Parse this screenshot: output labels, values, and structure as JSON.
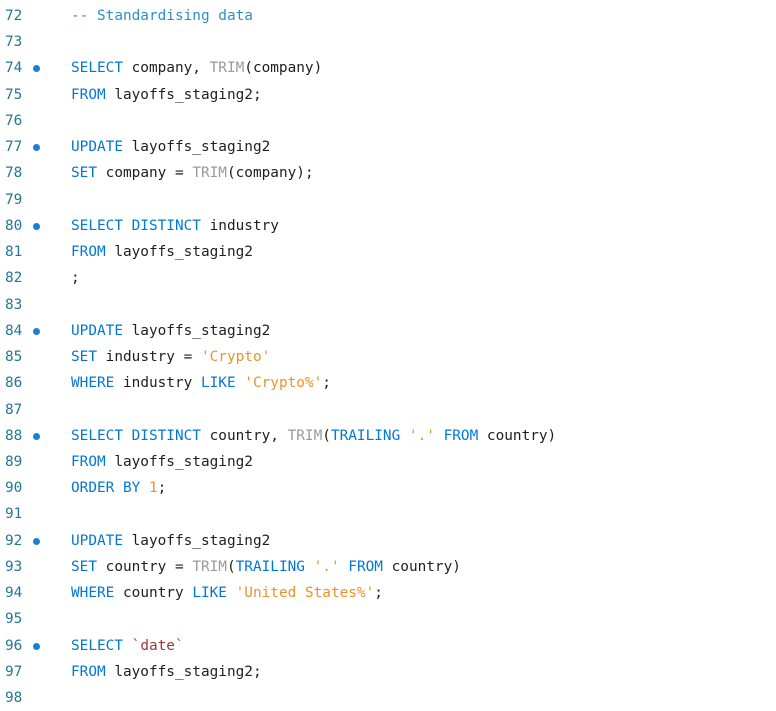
{
  "editor": {
    "colors": {
      "keyword": "#0078d7",
      "function": "#9a9a9a",
      "string": "#f0902a",
      "comment": "#2e8fc9",
      "breakpoint": "#1a7fd4"
    },
    "lines": [
      {
        "n": "72",
        "dot": false,
        "tokens": [
          [
            "cm",
            "-- Standardising data"
          ]
        ]
      },
      {
        "n": "73",
        "dot": false,
        "tokens": []
      },
      {
        "n": "74",
        "dot": true,
        "tokens": [
          [
            "kw",
            "SELECT"
          ],
          [
            "plain",
            " company, "
          ],
          [
            "fn",
            "TRIM"
          ],
          [
            "plain",
            "(company)"
          ]
        ]
      },
      {
        "n": "75",
        "dot": false,
        "tokens": [
          [
            "kw",
            "FROM"
          ],
          [
            "plain",
            " layoffs_staging2;"
          ]
        ]
      },
      {
        "n": "76",
        "dot": false,
        "tokens": []
      },
      {
        "n": "77",
        "dot": true,
        "tokens": [
          [
            "kw",
            "UPDATE"
          ],
          [
            "plain",
            " layoffs_staging2"
          ]
        ]
      },
      {
        "n": "78",
        "dot": false,
        "tokens": [
          [
            "kw",
            "SET"
          ],
          [
            "plain",
            " company = "
          ],
          [
            "fn",
            "TRIM"
          ],
          [
            "plain",
            "(company);"
          ]
        ]
      },
      {
        "n": "79",
        "dot": false,
        "tokens": []
      },
      {
        "n": "80",
        "dot": true,
        "tokens": [
          [
            "kw",
            "SELECT DISTINCT"
          ],
          [
            "plain",
            " industry"
          ]
        ]
      },
      {
        "n": "81",
        "dot": false,
        "tokens": [
          [
            "kw",
            "FROM"
          ],
          [
            "plain",
            " layoffs_staging2"
          ]
        ]
      },
      {
        "n": "82",
        "dot": false,
        "tokens": [
          [
            "plain",
            ";"
          ]
        ]
      },
      {
        "n": "83",
        "dot": false,
        "tokens": []
      },
      {
        "n": "84",
        "dot": true,
        "tokens": [
          [
            "kw",
            "UPDATE"
          ],
          [
            "plain",
            " layoffs_staging2"
          ]
        ]
      },
      {
        "n": "85",
        "dot": false,
        "tokens": [
          [
            "kw",
            "SET"
          ],
          [
            "plain",
            " industry = "
          ],
          [
            "str",
            "'Crypto'"
          ]
        ]
      },
      {
        "n": "86",
        "dot": false,
        "tokens": [
          [
            "kw",
            "WHERE"
          ],
          [
            "plain",
            " industry "
          ],
          [
            "kw",
            "LIKE"
          ],
          [
            "plain",
            " "
          ],
          [
            "str",
            "'Crypto%'"
          ],
          [
            "plain",
            ";"
          ]
        ]
      },
      {
        "n": "87",
        "dot": false,
        "tokens": []
      },
      {
        "n": "88",
        "dot": true,
        "tokens": [
          [
            "kw",
            "SELECT DISTINCT"
          ],
          [
            "plain",
            " country, "
          ],
          [
            "fn",
            "TRIM"
          ],
          [
            "plain",
            "("
          ],
          [
            "kw",
            "TRAILING"
          ],
          [
            "plain",
            " "
          ],
          [
            "str",
            "'.'"
          ],
          [
            "plain",
            " "
          ],
          [
            "kw",
            "FROM"
          ],
          [
            "plain",
            " country)"
          ]
        ]
      },
      {
        "n": "89",
        "dot": false,
        "tokens": [
          [
            "kw",
            "FROM"
          ],
          [
            "plain",
            " layoffs_staging2"
          ]
        ]
      },
      {
        "n": "90",
        "dot": false,
        "tokens": [
          [
            "kw",
            "ORDER BY"
          ],
          [
            "plain",
            " "
          ],
          [
            "num",
            "1"
          ],
          [
            "plain",
            ";"
          ]
        ]
      },
      {
        "n": "91",
        "dot": false,
        "tokens": []
      },
      {
        "n": "92",
        "dot": true,
        "tokens": [
          [
            "kw",
            "UPDATE"
          ],
          [
            "plain",
            " layoffs_staging2"
          ]
        ]
      },
      {
        "n": "93",
        "dot": false,
        "tokens": [
          [
            "kw",
            "SET"
          ],
          [
            "plain",
            " country = "
          ],
          [
            "fn",
            "TRIM"
          ],
          [
            "plain",
            "("
          ],
          [
            "kw",
            "TRAILING"
          ],
          [
            "plain",
            " "
          ],
          [
            "str",
            "'.'"
          ],
          [
            "plain",
            " "
          ],
          [
            "kw",
            "FROM"
          ],
          [
            "plain",
            " country)"
          ]
        ]
      },
      {
        "n": "94",
        "dot": false,
        "tokens": [
          [
            "kw",
            "WHERE"
          ],
          [
            "plain",
            " country "
          ],
          [
            "kw",
            "LIKE"
          ],
          [
            "plain",
            " "
          ],
          [
            "str",
            "'United States%'"
          ],
          [
            "plain",
            ";"
          ]
        ]
      },
      {
        "n": "95",
        "dot": false,
        "tokens": []
      },
      {
        "n": "96",
        "dot": true,
        "tokens": [
          [
            "kw",
            "SELECT"
          ],
          [
            "plain",
            " "
          ],
          [
            "bt",
            "`date`"
          ]
        ]
      },
      {
        "n": "97",
        "dot": false,
        "tokens": [
          [
            "kw",
            "FROM"
          ],
          [
            "plain",
            " layoffs_staging2;"
          ]
        ]
      },
      {
        "n": "98",
        "dot": false,
        "tokens": []
      }
    ]
  }
}
